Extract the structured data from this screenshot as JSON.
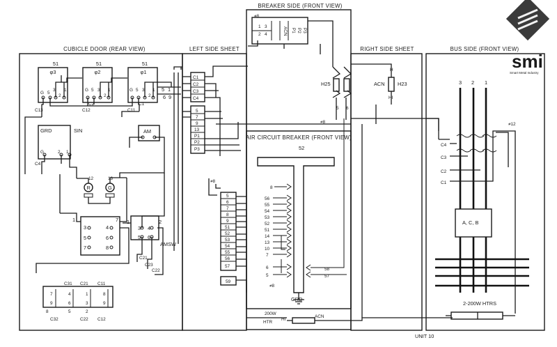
{
  "sections": {
    "cubicle_door": "CUBICLE DOOR (REAR VIEW)",
    "left_side": "LEFT SIDE SHEET",
    "breaker_side": "BREAKER SIDE (FRONT VIEW)",
    "right_side": "RIGHT SIDE SHEET",
    "bus_side": "BUS SIDE (FRONT VIEW)",
    "air_circuit_breaker": "AIR CIRCUIT BREAKER (FRONT VIEW)"
  },
  "door": {
    "relays": [
      {
        "top": "51",
        "phase": "φ3"
      },
      {
        "top": "51",
        "phase": "φ2"
      },
      {
        "top": "51",
        "phase": "φ1"
      }
    ],
    "relay_terms": [
      "G",
      "5",
      "3",
      "2",
      "1"
    ],
    "relay_labels": [
      "C13",
      "C2",
      "C12",
      "C11",
      "C1"
    ],
    "grd": "GRD",
    "sin": "SIN",
    "grd_terms": [
      "G",
      "2",
      "1"
    ],
    "c4": "C4",
    "am": "AM",
    "r": "R",
    "g": "G",
    "r_label": "12",
    "g_label": "13",
    "sw_grid": [
      [
        "1",
        "3",
        "4"
      ],
      [
        "5",
        "6"
      ],
      [
        "7",
        "8"
      ]
    ],
    "amsw": "AMSW",
    "amsw_terms": [
      "3",
      "4",
      "1",
      "2",
      "5",
      "6"
    ],
    "c21": "C21",
    "c23": "C23",
    "c22": "C22",
    "tb_top": [
      "C31",
      "C21",
      "C11"
    ],
    "tb_rows": [
      [
        "7",
        "4",
        "1",
        "8"
      ],
      [
        "9",
        "6",
        "3"
      ],
      [
        "8",
        "5",
        "2",
        "9"
      ]
    ],
    "tb_bottom": [
      "C32",
      "C22",
      "C12"
    ]
  },
  "left_side": {
    "top_block": [
      "C1",
      "C2",
      "C3",
      "C4"
    ],
    "mid_block": [
      "5",
      "7",
      "9",
      "13",
      "P1",
      "P2",
      "P3"
    ]
  },
  "breaker_side": {
    "marker": "≠8",
    "plug_numbers": [
      "1",
      "3",
      "2",
      "4"
    ],
    "plug_labels": [
      "ACN",
      "P1",
      "P2",
      "P3"
    ],
    "h25": "H25",
    "h25_terms": [
      "5",
      "6"
    ],
    "acn": "ACN",
    "h23": "H23",
    "h23_terms": [
      "H",
      "HI"
    ],
    "marker_lower": "≠8"
  },
  "acb": {
    "label_52": "52",
    "left_marker": "≠8",
    "terminals": [
      "5",
      "6",
      "7",
      "8",
      "9",
      "51",
      "52",
      "53",
      "54",
      "55",
      "56",
      "57"
    ],
    "block_59": "59",
    "contacts": [
      "8",
      "56",
      "55",
      "54",
      "53",
      "52",
      "51",
      "14",
      "13",
      "10",
      "7",
      "6",
      "5"
    ],
    "contacts_marker": "≠8",
    "right_contacts": [
      "58",
      "57"
    ],
    "grd": "GRD"
  },
  "bottom": {
    "heater": "200W",
    "heater2": "HTR",
    "hi": "HI",
    "acn": "ACN",
    "htrs": "2-200W HTRS",
    "unit": "UNIT 10"
  },
  "bus_side": {
    "phases": [
      "3",
      "2",
      "1"
    ],
    "marker": "≠12",
    "ct_labels": [
      "C4",
      "C3",
      "C2",
      "C1"
    ],
    "acb_label": "A, C, B"
  },
  "logo": {
    "text": "smi",
    "tagline": "Smart Metal Industry"
  }
}
